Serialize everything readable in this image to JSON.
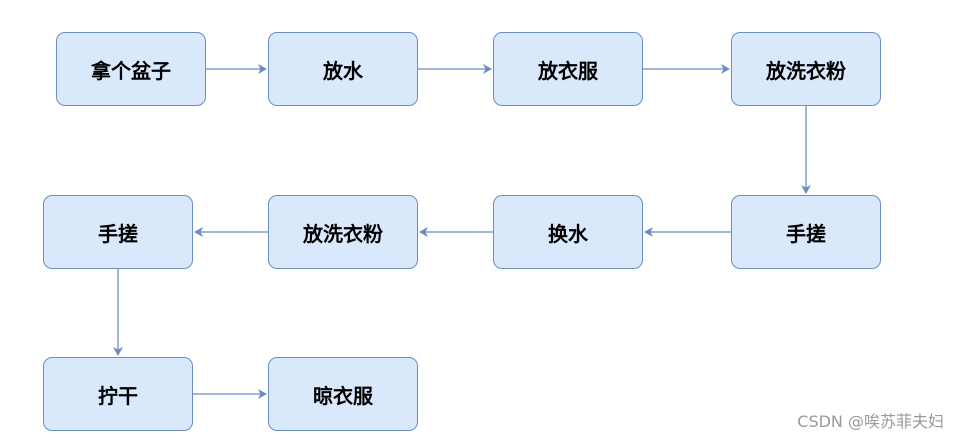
{
  "flowchart": {
    "steps": [
      "拿个盆子",
      "放水",
      "放衣服",
      "放洗衣粉",
      "手搓",
      "换水",
      "放洗衣粉",
      "手搓",
      "拧干",
      "晾衣服"
    ]
  },
  "watermark": "CSDN @唉苏菲夫妇",
  "colors": {
    "box_fill": "#dae8fc",
    "box_border": "#6c8ebf",
    "edge": "#6c8ebf"
  }
}
